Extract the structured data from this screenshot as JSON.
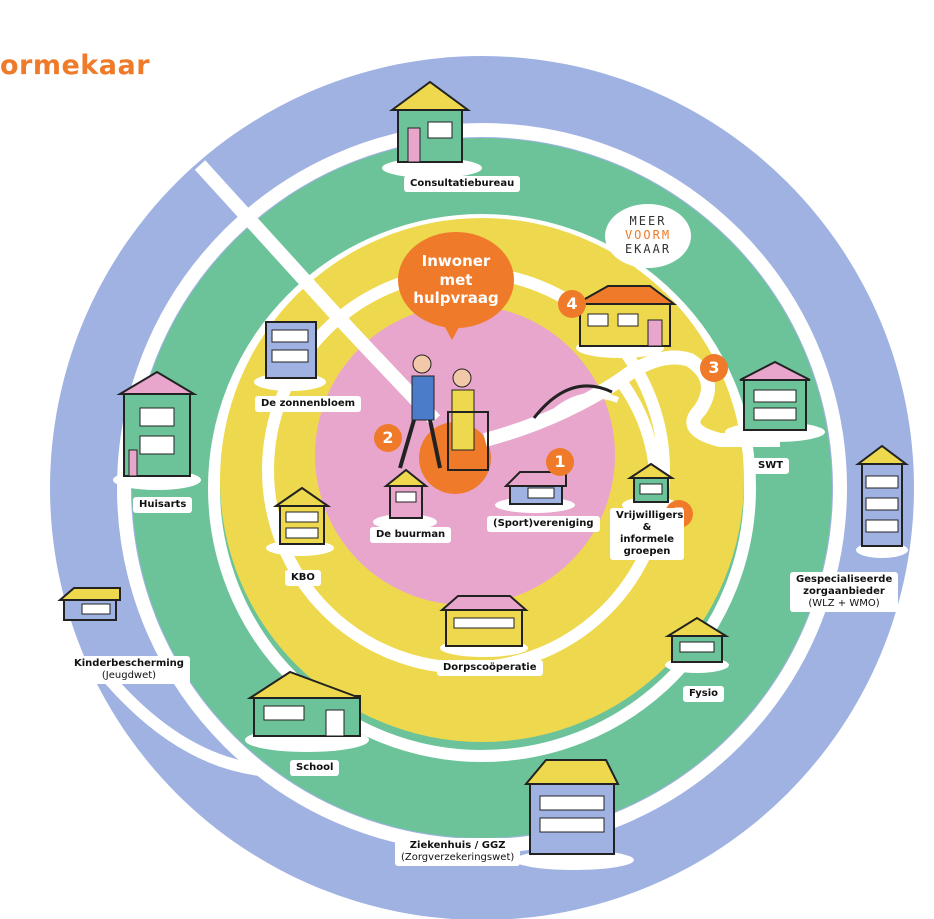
{
  "brand": "ormekaar",
  "logo": {
    "line1": "MEER",
    "line2": "VOORM",
    "line3": "EKAAR"
  },
  "center_bubble": {
    "line1": "Inwoner",
    "line2": "met",
    "line3": "hulpvraag"
  },
  "numbers": [
    "1",
    "2",
    "3",
    "4",
    "5"
  ],
  "labels": {
    "consultatiebureau": "Consultatiebureau",
    "zonnebloem": "De zonnenbloem",
    "huisarts": "Huisarts",
    "buurman": "De buurman",
    "sportvereniging": "(Sport)vereniging",
    "kbo": "KBO",
    "vrijwilligers": "Vrijwilligers & informele groepen",
    "swt": "SWT",
    "gespecialiseerde": "Gespecialiseerde zorgaanbieder",
    "gespecialiseerde_sub": "(WLZ + WMO)",
    "dorpscooperatie": "Dorpscoöperatie",
    "kinderbescherming": "Kinderbescherming",
    "kinderbescherming_sub": "(Jeugdwet)",
    "fysio": "Fysio",
    "school": "School",
    "ziekenhuis": "Ziekenhuis / GGZ",
    "ziekenhuis_sub": "(Zorgverzekeringswet)"
  },
  "colors": {
    "outer_ring": "#9fb2e2",
    "green_ring": "#6cc39a",
    "yellow_ring": "#eed94e",
    "pink_center": "#e8a6cc",
    "orange": "#ee7a2a",
    "path": "#ffffff"
  }
}
